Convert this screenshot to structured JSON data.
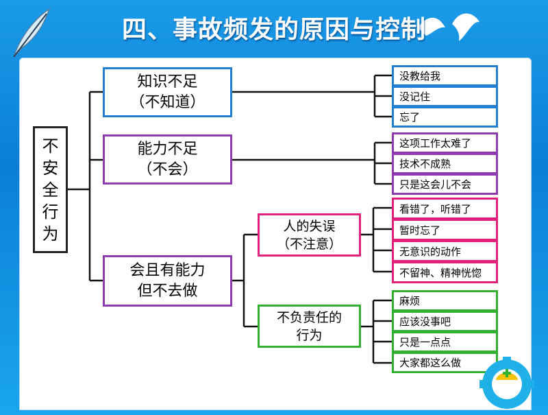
{
  "title": "四、事故频发的原因与控制",
  "root": {
    "lines": [
      "不",
      "安",
      "全",
      "行",
      "为"
    ]
  },
  "categories": [
    {
      "id": "knowledge",
      "lines": [
        "知识不足",
        "（不知道）"
      ],
      "color": "#1f7fd0",
      "leaves": [
        "没教给我",
        "没记住",
        "忘了"
      ]
    },
    {
      "id": "ability",
      "lines": [
        "能力不足",
        "（不会）"
      ],
      "color": "#8e3ab0",
      "leaves": [
        "这项工作太难了",
        "技术不成熟",
        "只是这会儿不会"
      ]
    },
    {
      "id": "unwilling",
      "lines": [
        "会且有能力",
        "但不去做"
      ],
      "color": "#8e3ab0",
      "children": [
        {
          "id": "human-error",
          "lines": [
            "人的失误",
            "（不注意）"
          ],
          "color": "#e0207a",
          "leaves": [
            "看错了，听错了",
            "暂时忘了",
            "无意识的动作",
            "不留神、精神恍惚"
          ]
        },
        {
          "id": "irresponsible",
          "lines": [
            "不负责任的",
            "行为"
          ],
          "color": "#2fb12f",
          "leaves": [
            "麻烦",
            "应该没事吧",
            "只是一点点",
            "大家都这么做"
          ]
        }
      ]
    }
  ]
}
